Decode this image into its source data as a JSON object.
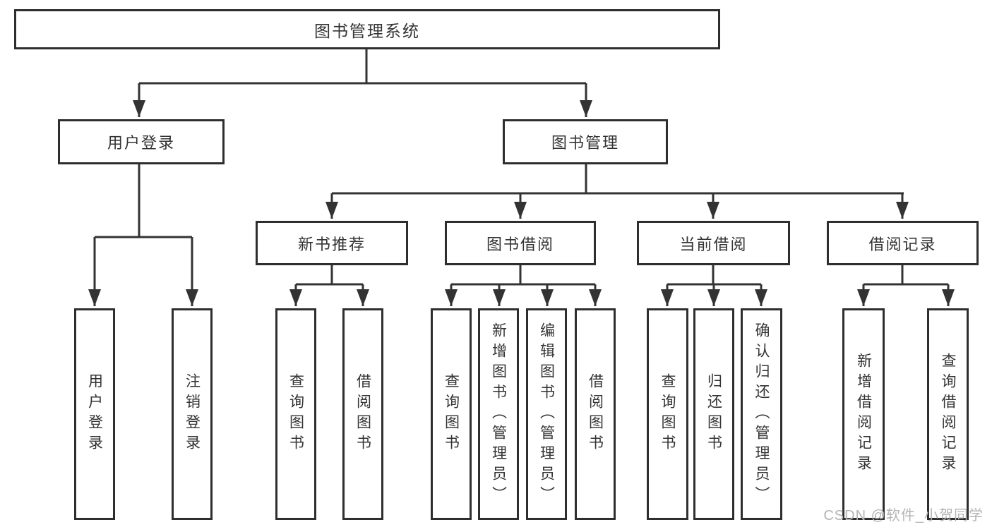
{
  "diagram": {
    "tree": {
      "label": "图书管理系统",
      "children": [
        {
          "label": "用户登录",
          "children": [
            {
              "label": "用户登录"
            },
            {
              "label": "注销登录"
            }
          ]
        },
        {
          "label": "图书管理",
          "children": [
            {
              "label": "新书推荐",
              "children": [
                {
                  "label": "查询图书"
                },
                {
                  "label": "借阅图书"
                }
              ]
            },
            {
              "label": "图书借阅",
              "children": [
                {
                  "label": "查询图书"
                },
                {
                  "label": "新增图书（管理员）"
                },
                {
                  "label": "编辑图书（管理员）"
                },
                {
                  "label": "借阅图书"
                }
              ]
            },
            {
              "label": "当前借阅",
              "children": [
                {
                  "label": "查询图书"
                },
                {
                  "label": "归还图书"
                },
                {
                  "label": "确认归还（管理员）"
                }
              ]
            },
            {
              "label": "借阅记录",
              "children": [
                {
                  "label": "新增借阅记录"
                },
                {
                  "label": "查询借阅记录"
                }
              ]
            }
          ]
        }
      ]
    },
    "colors": {
      "line": "#333333",
      "box_border": "#2e2e2e",
      "text": "#333333",
      "background": "#ffffff",
      "watermark": "#b4b4b4"
    }
  },
  "watermark": {
    "text": "CSDN @软件_小贺同学"
  }
}
